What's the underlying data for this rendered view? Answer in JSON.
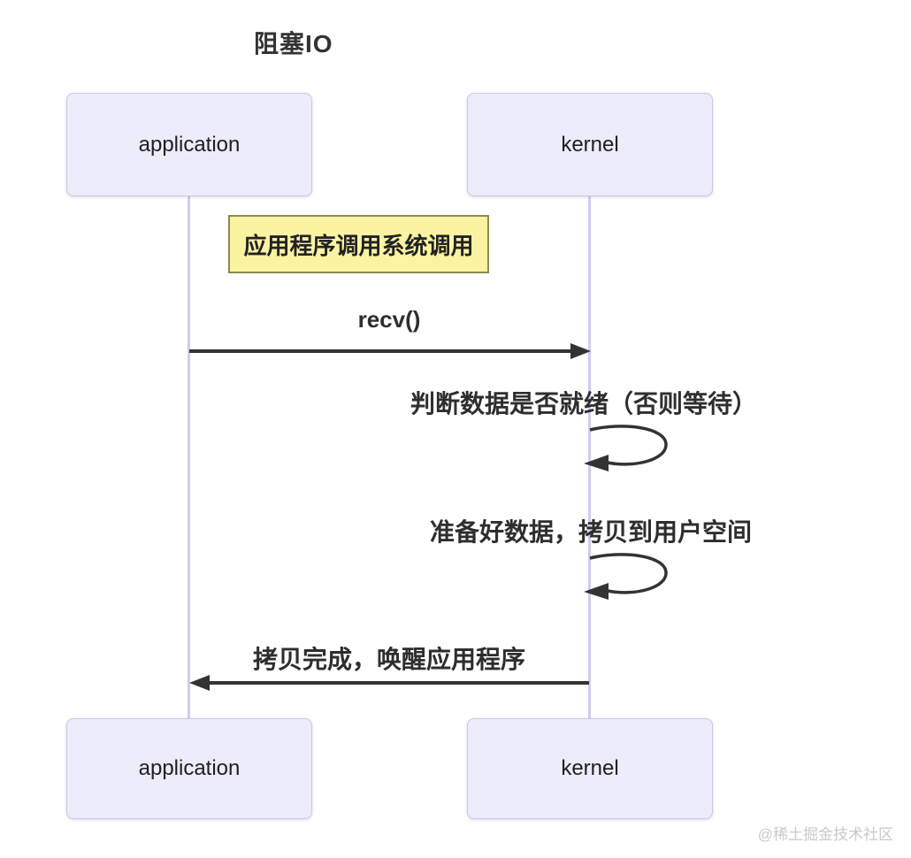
{
  "diagram": {
    "title": "阻塞IO",
    "actors_top": [
      {
        "label": "application"
      },
      {
        "label": "kernel"
      }
    ],
    "actors_bottom": [
      {
        "label": "application"
      },
      {
        "label": "kernel"
      }
    ],
    "note": {
      "text": "应用程序调用系统调用"
    },
    "messages": [
      {
        "label": "recv()",
        "type": "solid-arrow",
        "from": "application",
        "to": "kernel"
      },
      {
        "label": "判断数据是否就绪（否则等待）",
        "type": "self-loop",
        "actor": "kernel"
      },
      {
        "label": "准备好数据，拷贝到用户空间",
        "type": "self-loop",
        "actor": "kernel"
      },
      {
        "label": "拷贝完成，唤醒应用程序",
        "type": "solid-arrow",
        "from": "kernel",
        "to": "application"
      }
    ],
    "watermark": "@稀土掘金技术社区",
    "colors": {
      "actor_fill": "#ECECFB",
      "actor_border": "#CBC8E6",
      "lifeline": "#CFCCEF",
      "note_fill": "#FAF3A2",
      "note_border": "#8A8A4C",
      "arrow": "#333333",
      "text": "#333333",
      "watermark": "#C9C9C9"
    }
  }
}
